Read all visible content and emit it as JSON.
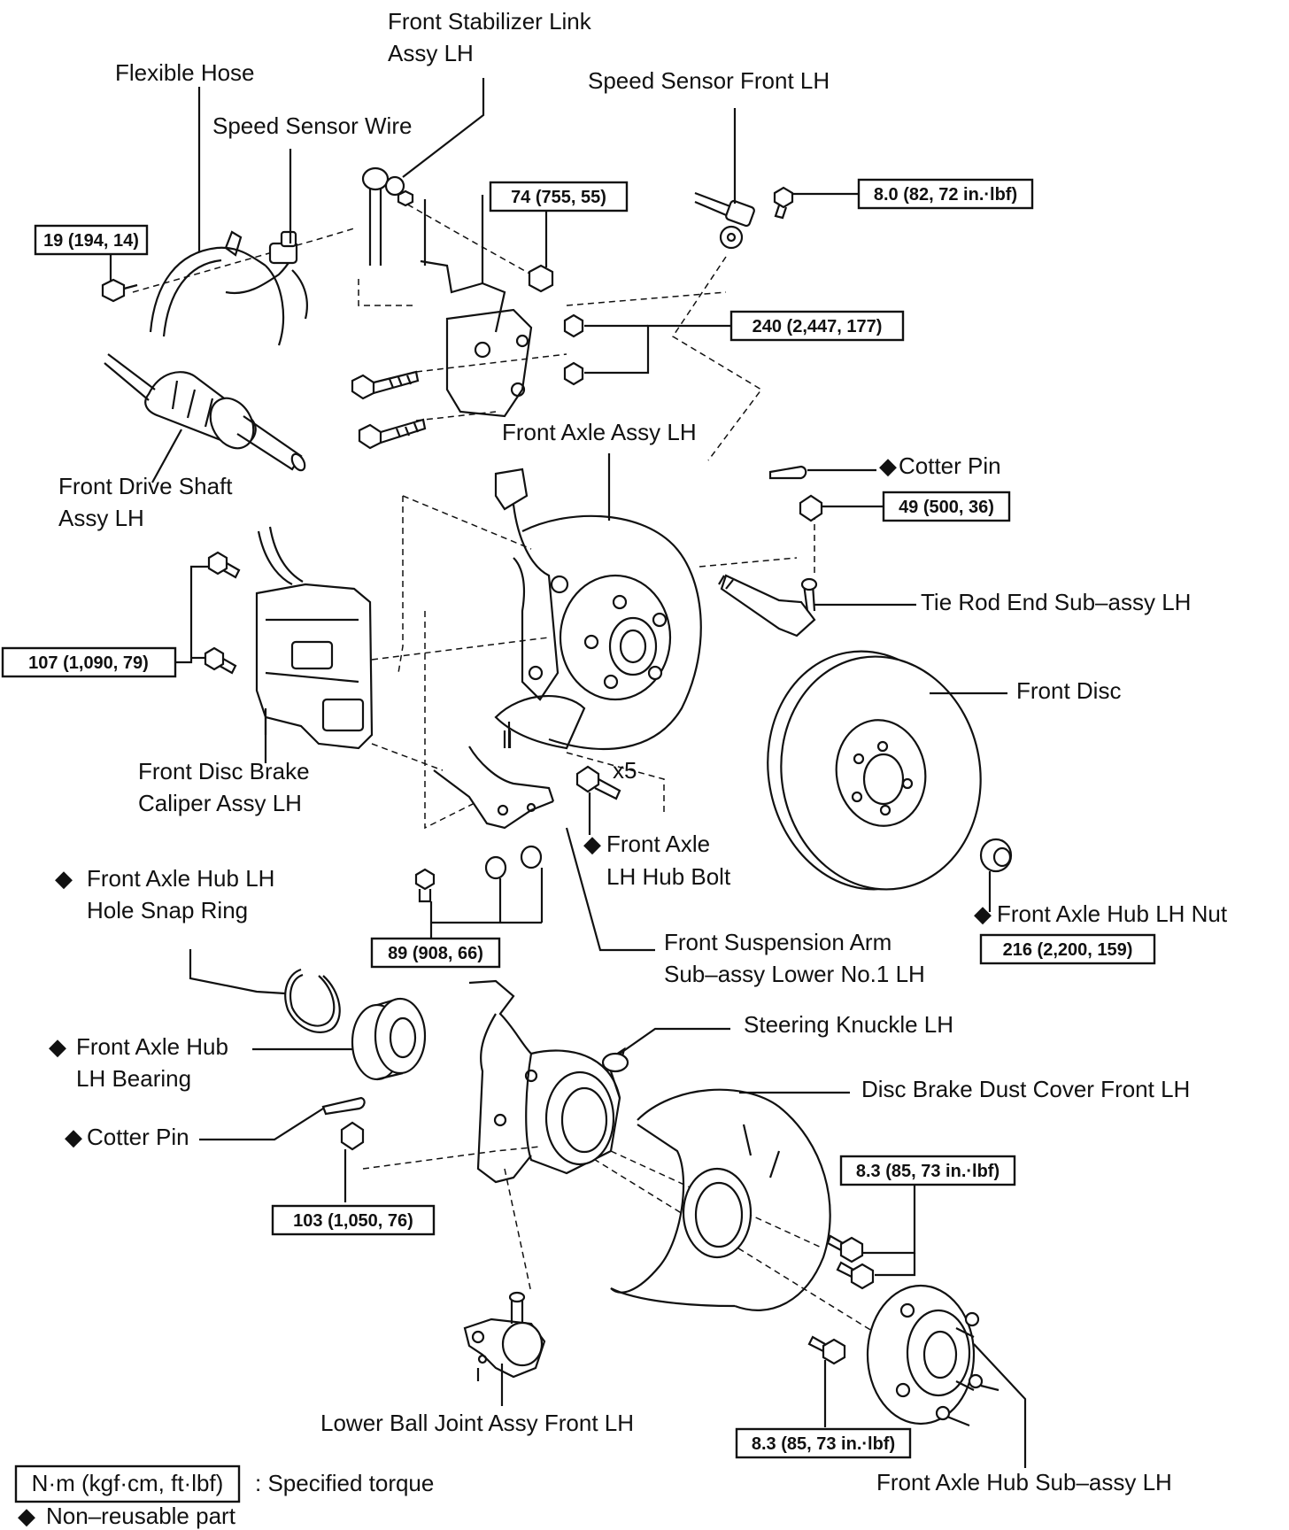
{
  "labels": {
    "stabilizer_link_1": "Front  Stabilizer  Link",
    "stabilizer_link_2": "Assy LH",
    "flexible_hose": "Flexible Hose",
    "speed_sensor_front": "Speed Sensor Front LH",
    "speed_sensor_wire": "Speed Sensor Wire",
    "front_axle_assy": "Front Axle Assy LH",
    "cotter_pin_top": "Cotter Pin",
    "drive_shaft_1": "Front Drive Shaft",
    "drive_shaft_2": "Assy LH",
    "tie_rod_end": "Tie Rod End Sub–assy LH",
    "front_disc": "Front Disc",
    "caliper_1": "Front Disc Brake",
    "caliper_2": "Caliper Assy LH",
    "x5": "x5",
    "hub_bolt_1": "Front Axle",
    "hub_bolt_2": "LH Hub Bolt",
    "snap_ring_1": "Front Axle Hub LH",
    "snap_ring_2": "Hole Snap Ring",
    "hub_nut": "Front Axle Hub LH Nut",
    "susp_arm_1": "Front Suspension Arm",
    "susp_arm_2": "Sub–assy Lower No.1 LH",
    "steering_knuckle": "Steering Knuckle LH",
    "hub_bearing_1": "Front Axle Hub",
    "hub_bearing_2": "LH Bearing",
    "dust_cover": "Disc Brake Dust Cover Front LH",
    "cotter_pin_bottom": "Cotter Pin",
    "lower_ball_joint": "Lower Ball Joint Assy Front LH",
    "hub_sub_assy": "Front Axle Hub Sub–assy LH"
  },
  "torques": {
    "t19": "19 (194, 14)",
    "t74": "74 (755, 55)",
    "t8_0": "8.0 (82, 72 in.·lbf)",
    "t240": "240 (2,447, 177)",
    "t49": "49 (500, 36)",
    "t107": "107 (1,090, 79)",
    "t89": "89 (908, 66)",
    "t216": "216 (2,200, 159)",
    "t8_3a": "8.3 (85, 73 in.·lbf)",
    "t103": "103 (1,050, 76)",
    "t8_3b": "8.3 (85, 73 in.·lbf)"
  },
  "legend": {
    "torque_unit": "N·m (kgf·cm, ft·lbf)",
    "torque_desc": ": Specified torque",
    "nonreusable": "Non–reusable part"
  }
}
